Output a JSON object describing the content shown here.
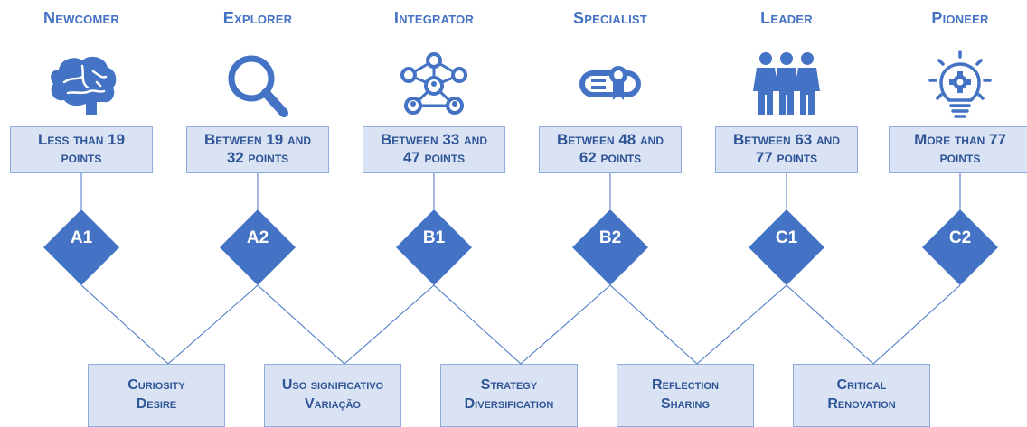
{
  "levels": [
    {
      "title": "Newcomer",
      "score_line1": "Less than 19",
      "score_line2": "points",
      "code": "A1",
      "icon": "brain-icon"
    },
    {
      "title": "Explorer",
      "score_line1": "Between 19 and",
      "score_line2": "32 points",
      "code": "A2",
      "icon": "magnifier-icon"
    },
    {
      "title": "Integrator",
      "score_line1": "Between 33 and",
      "score_line2": "47 points",
      "code": "B1",
      "icon": "network-icon"
    },
    {
      "title": "Specialist",
      "score_line1": "Between 48 and",
      "score_line2": "62 points",
      "code": "B2",
      "icon": "diploma-icon"
    },
    {
      "title": "Leader",
      "score_line1": "Between 63 and",
      "score_line2": "77 points",
      "code": "C1",
      "icon": "group-icon"
    },
    {
      "title": "Pioneer",
      "score_line1": "More than 77",
      "score_line2": "points",
      "code": "C2",
      "icon": "lightbulb-icon"
    }
  ],
  "strategies": [
    {
      "line1": "Curiosity",
      "line2": "Desire"
    },
    {
      "line1": "Uso significativo",
      "line2": "Variação"
    },
    {
      "line1": "Strategy",
      "line2": "Diversification"
    },
    {
      "line1": "Reflection",
      "line2": "Sharing"
    },
    {
      "line1": "Critical",
      "line2": "Renovation"
    }
  ],
  "colors": {
    "accent": "#4472C4",
    "box_fill": "#DAE3F3",
    "box_text": "#2F5597"
  }
}
